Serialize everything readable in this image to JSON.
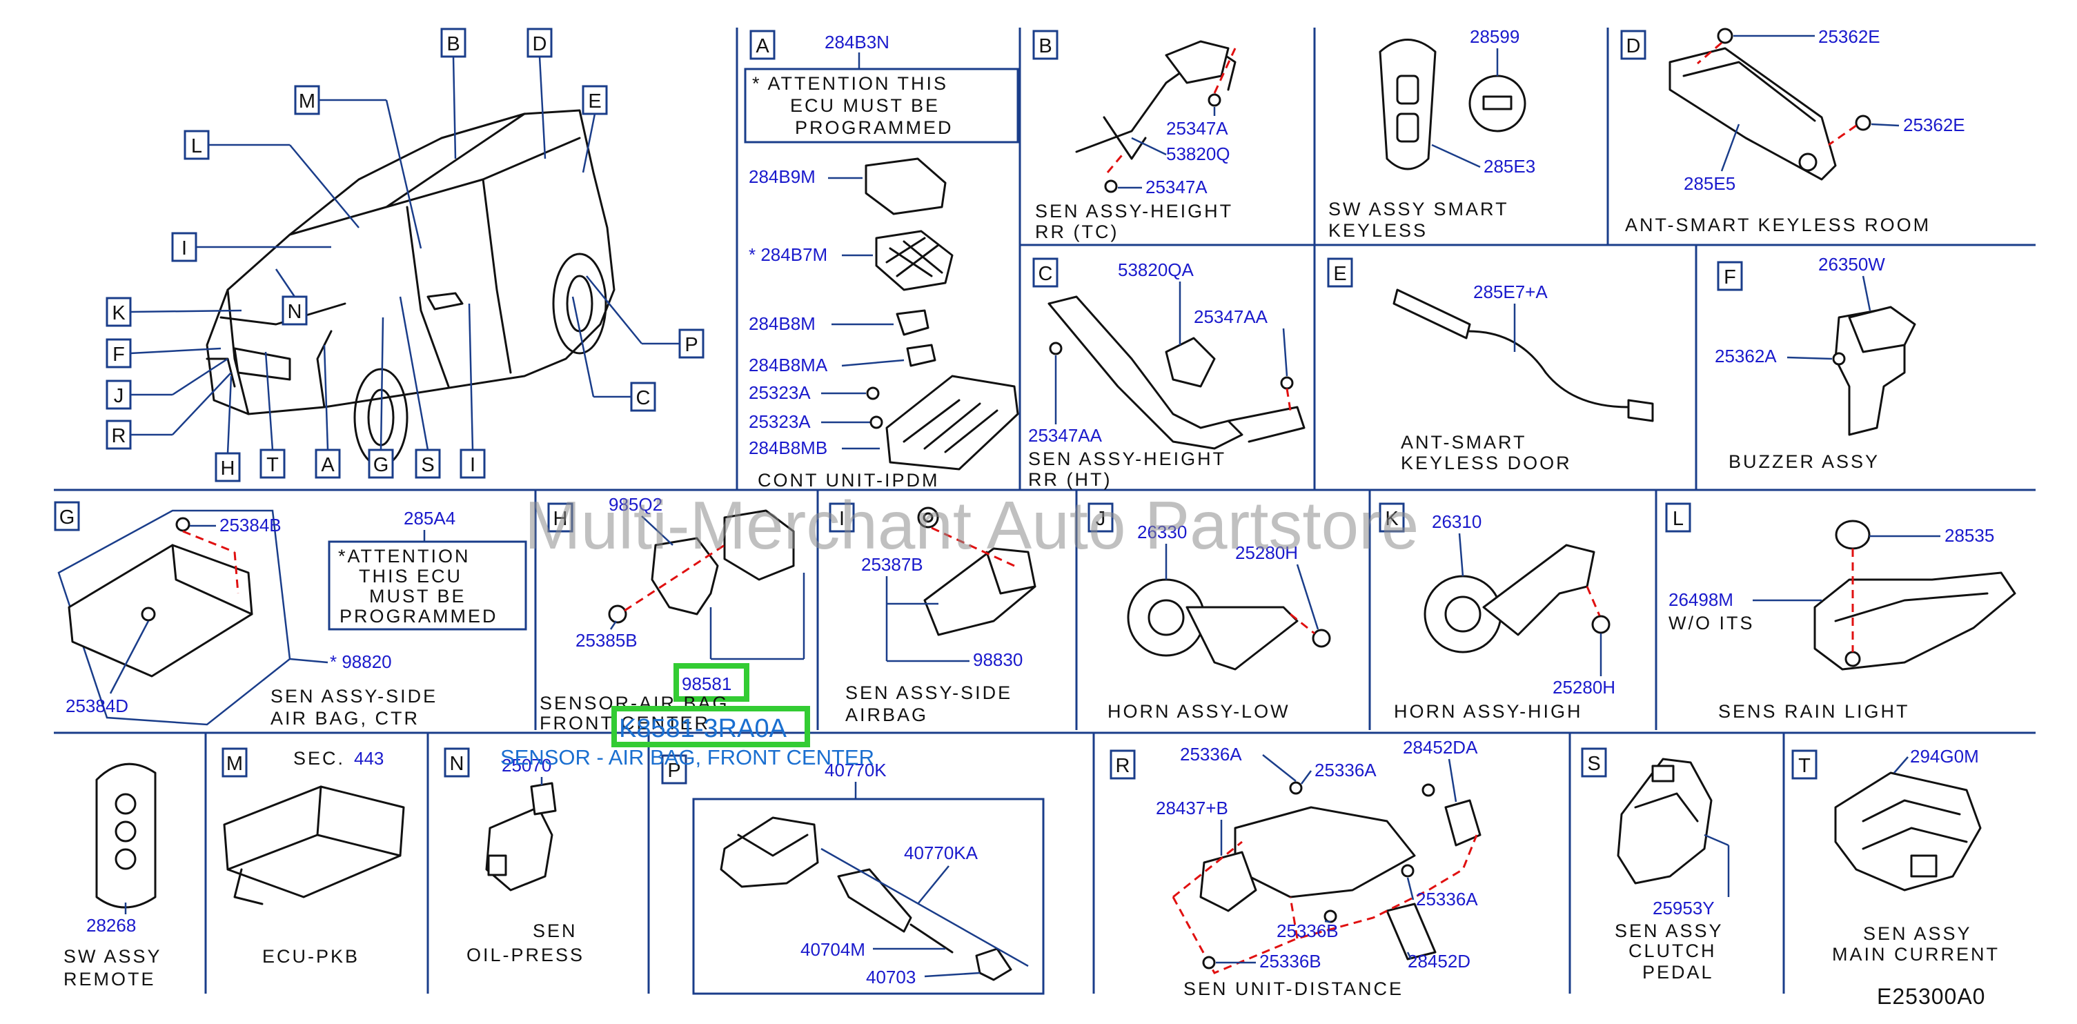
{
  "diagram_code": "E25300A0",
  "watermark": "Multi-Merchant Auto Partstore",
  "highlight": {
    "part_no": "98581",
    "oem_no": "K8581-3RA0A",
    "description": "SENSOR - AIR BAG, FRONT CENTER"
  },
  "overview_callouts": [
    "B",
    "D",
    "M",
    "E",
    "L",
    "I",
    "K",
    "N",
    "P",
    "F",
    "J",
    "C",
    "R",
    "H",
    "T",
    "A",
    "G",
    "S",
    "I"
  ],
  "panels": {
    "A": {
      "letter": "A",
      "top_pn": "284B3N",
      "note": [
        "* ATTENTION  THIS",
        "ECU  MUST  BE",
        "PROGRAMMED"
      ],
      "parts": [
        "284B9M",
        "* 284B7M",
        "284B8M",
        "284B8MA",
        "25323A",
        "25323A",
        "284B8MB"
      ],
      "title": [
        "CONT  UNIT-IPDM"
      ]
    },
    "B": {
      "letter": "B",
      "parts": [
        "25347A",
        "53820Q",
        "25347A"
      ],
      "title": [
        "SEN  ASSY-HEIGHT",
        "RR  (TC)"
      ]
    },
    "Bkey": {
      "parts": [
        "28599",
        "285E3"
      ],
      "title": [
        "SW  ASSY  SMART",
        "KEYLESS"
      ]
    },
    "D": {
      "letter": "D",
      "parts": [
        "25362E",
        "25362E",
        "285E5"
      ],
      "title": [
        "ANT-SMART  KEYLESS  ROOM"
      ]
    },
    "C": {
      "letter": "C",
      "parts": [
        "53820QA",
        "25347AA",
        "25347AA"
      ],
      "title": [
        "SEN  ASSY-HEIGHT",
        "RR  (HT)"
      ]
    },
    "E": {
      "letter": "E",
      "parts": [
        "285E7+A"
      ],
      "title": [
        "ANT-SMART",
        "KEYLESS  DOOR"
      ]
    },
    "F": {
      "letter": "F",
      "parts": [
        "26350W",
        "25362A"
      ],
      "title": [
        "BUZZER  ASSY"
      ]
    },
    "G": {
      "letter": "G",
      "top_pn": "285A4",
      "note": [
        "*ATTENTION",
        "THIS  ECU",
        "MUST  BE",
        "PROGRAMMED"
      ],
      "parts": [
        "25384B",
        "25384D",
        "* 98820"
      ],
      "title": [
        "SEN  ASSY-SIDE",
        "AIR  BAG,  CTR"
      ]
    },
    "H": {
      "letter": "H",
      "parts": [
        "985Q2",
        "25385B",
        "98581"
      ],
      "title": [
        "SENSOR-AIR  BAG",
        "FRONT  CENTER"
      ]
    },
    "I": {
      "letter": "I",
      "parts": [
        "25387B",
        "98830"
      ],
      "title": [
        "SEN  ASSY-SIDE",
        "AIRBAG"
      ]
    },
    "J": {
      "letter": "J",
      "parts": [
        "26330",
        "25280H"
      ],
      "title": [
        "HORN  ASSY-LOW"
      ]
    },
    "K": {
      "letter": "K",
      "parts": [
        "26310",
        "25280H"
      ],
      "title": [
        "HORN  ASSY-HIGH"
      ]
    },
    "L": {
      "letter": "L",
      "parts": [
        "28535",
        "26498M",
        "W/O  ITS"
      ],
      "title": [
        "SENS  RAIN  LIGHT"
      ]
    },
    "Lremote": {
      "parts": [
        "28268"
      ],
      "title": [
        "SW  ASSY",
        "REMOTE"
      ]
    },
    "M": {
      "letter": "M",
      "parts": [
        "SEC.",
        "443"
      ],
      "title": [
        "ECU-PKB"
      ]
    },
    "N": {
      "letter": "N",
      "parts": [
        "25070"
      ],
      "title": [
        "SEN",
        "OIL-PRESS"
      ]
    },
    "P": {
      "letter": "P",
      "parts": [
        "40770K",
        "40770KA",
        "40704M",
        "40703"
      ],
      "title": []
    },
    "R": {
      "letter": "R",
      "parts": [
        "25336A",
        "25336A",
        "28452DA",
        "28437+B",
        "25336A",
        "25336B",
        "25336B",
        "28452D"
      ],
      "title": [
        "SEN  UNIT-DISTANCE"
      ]
    },
    "S": {
      "letter": "S",
      "parts": [
        "25953Y"
      ],
      "title": [
        "SEN  ASSY",
        "CLUTCH",
        "PEDAL"
      ]
    },
    "T": {
      "letter": "T",
      "parts": [
        "294G0M"
      ],
      "title": [
        "SEN  ASSY",
        "MAIN  CURRENT"
      ]
    }
  }
}
